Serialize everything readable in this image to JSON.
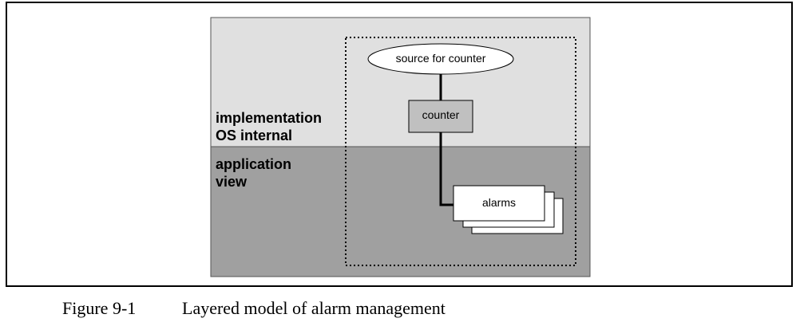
{
  "diagram": {
    "layers": [
      {
        "id": "implementation",
        "lines": [
          "implementation",
          "OS internal"
        ],
        "fill": "#e0e0e0"
      },
      {
        "id": "application",
        "lines": [
          "application",
          "view"
        ],
        "fill": "#a0a0a0"
      }
    ],
    "nodes": {
      "source": {
        "label": "source for counter",
        "shape": "ellipse"
      },
      "counter": {
        "label": "counter",
        "shape": "rectangle"
      },
      "alarms": {
        "label": "alarms",
        "shape": "stacked-rectangles"
      }
    },
    "colors": {
      "implementation_layer": "#e0e0e0",
      "application_layer": "#a0a0a0",
      "counter_fill": "#c0c0c0",
      "node_fill": "#ffffff",
      "line": "#000000"
    }
  },
  "caption": {
    "figure_number": "Figure 9-1",
    "title": "Layered model of alarm management"
  }
}
